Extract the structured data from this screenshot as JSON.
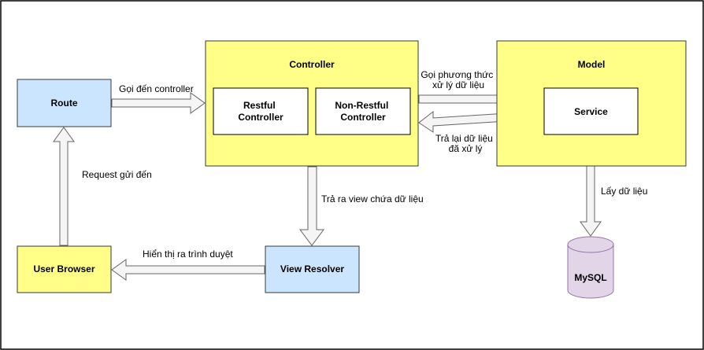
{
  "colors": {
    "yellow_fill": "#ffff88",
    "yellow_stroke": "#36393d",
    "blue_fill": "#cce5ff",
    "blue_stroke": "#36393d",
    "white_fill": "#ffffff",
    "cylinder_fill": "#e1d5e7",
    "cylinder_stroke": "#9673a6",
    "arrow_fill": "#f5f5f5",
    "arrow_stroke": "#666666",
    "frame": "#000000"
  },
  "nodes": {
    "route": "Route",
    "controller": "Controller",
    "restful_controller": [
      "Restful",
      "Controller"
    ],
    "non_restful_controller": [
      "Non-Restful",
      "Controller"
    ],
    "model": "Model",
    "service": "Service",
    "user_browser": "User Browser",
    "view_resolver": "View Resolver",
    "database": "MySQL"
  },
  "edges": {
    "route_to_controller": "Gọi đến controller",
    "controller_to_service": [
      "Gọi phương thức",
      "xử lý dữ liệu"
    ],
    "service_to_controller": [
      "Trả lại dữ liệu",
      "đã xử lý"
    ],
    "service_to_database": "Lấy dữ liệu",
    "controller_to_view_resolver": "Trả ra view chứa dữ liệu",
    "view_resolver_to_browser": "Hiển thị ra trình duyệt",
    "browser_to_route": "Request gửi đến"
  }
}
